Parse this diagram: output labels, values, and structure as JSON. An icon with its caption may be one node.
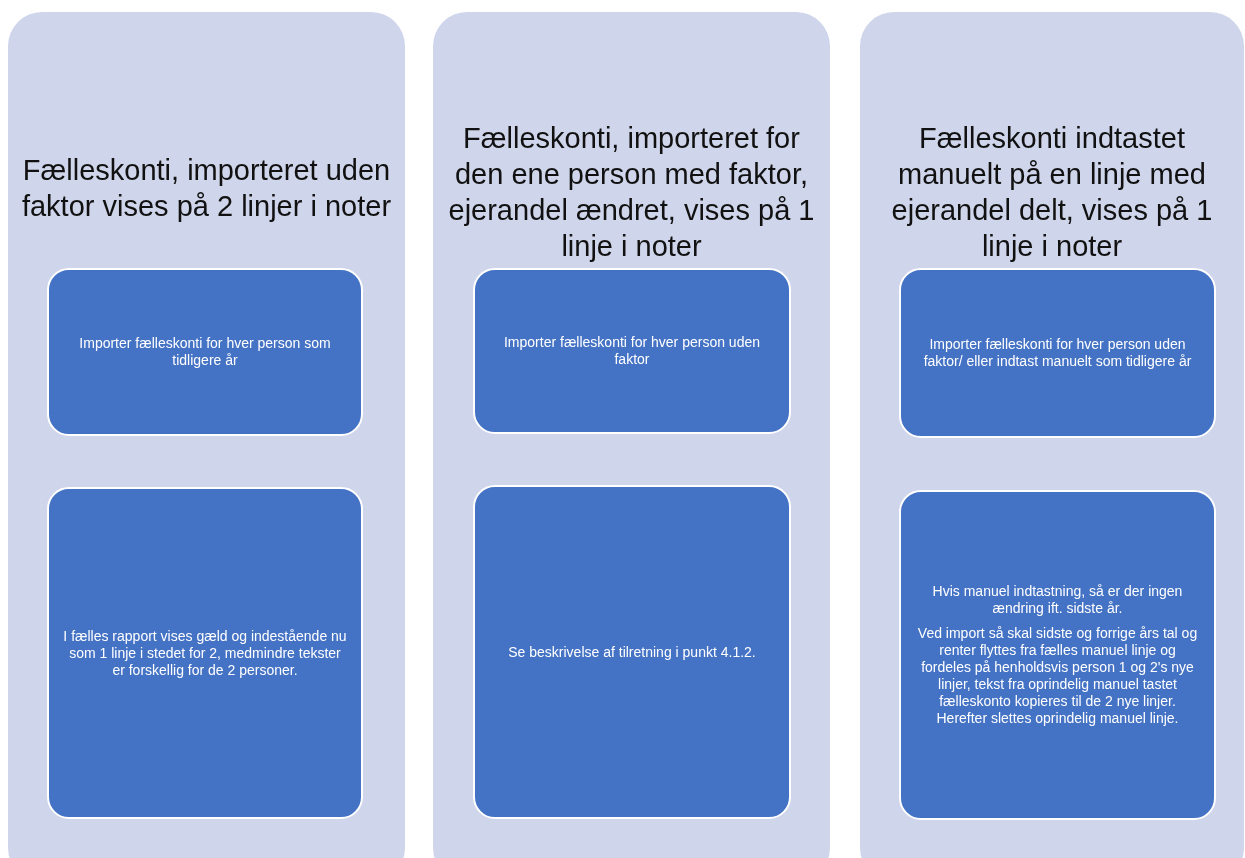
{
  "diagram": {
    "nodes": [
      {
        "text": [
          "Fælleskonti, importeret uden faktor vises på 2 linjer i noter"
        ]
      },
      {
        "text": [
          "Importer fælleskonti for hver person som tidligere år"
        ],
        "in": 0
      },
      {
        "text": [
          "I fælles rapport vises gæld og indestående nu som 1 linje i stedet for 2, medmindre tekster er forskellig for de 2 personer."
        ],
        "in": 0
      },
      {
        "text": [
          "Fælleskonti, importeret for den ene person med faktor, ejerandel ændret, vises på 1 linje i noter"
        ]
      },
      {
        "text": [
          "Importer fælleskonti for hver person uden faktor"
        ],
        "in": 3
      },
      {
        "text": [
          "Se beskrivelse af tilretning i punkt 4.1.2."
        ],
        "in": 3
      },
      {
        "text": [
          "Fælleskonti indtastet manuelt på en linje med ejerandel delt, vises på 1 linje i noter"
        ]
      },
      {
        "text": [
          "Importer fælleskonti for hver person uden faktor/ eller indtast manuelt som tidligere år"
        ],
        "in": 6
      },
      {
        "text": [
          "Hvis manuel indtastning, så er der ingen ændring ift. sidste år.",
          "Ved import så skal sidste og forrige års tal og renter flyttes fra fælles manuel linje og fordeles på henholdsvis person 1 og 2's nye linjer, tekst fra oprindelig manuel tastet fælleskonto  kopieres til de 2 nye linjer. Herefter slettes oprindelig manuel linje."
        ],
        "in": 6
      }
    ]
  }
}
